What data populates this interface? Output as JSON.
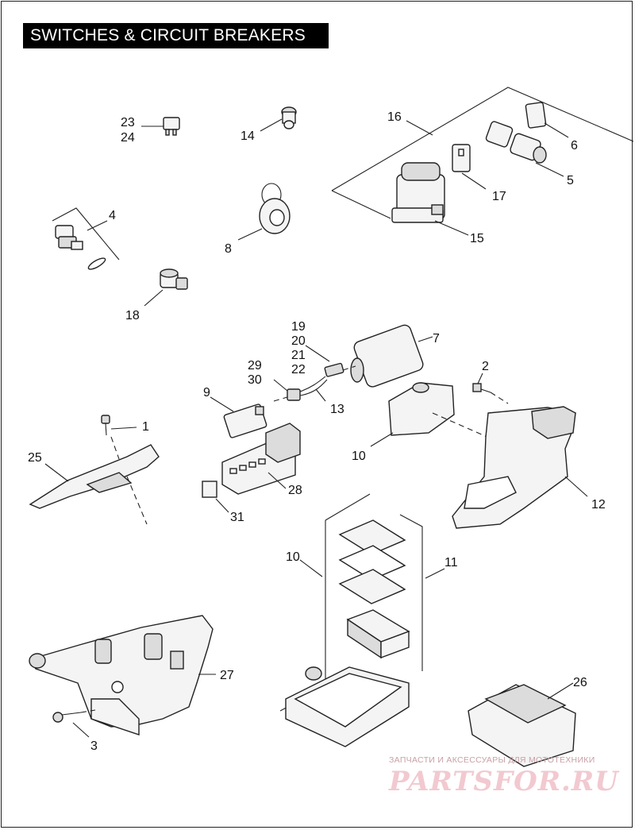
{
  "title": "SWITCHES & CIRCUIT BREAKERS",
  "callouts": {
    "c1": "1",
    "c2": "2",
    "c3": "3",
    "c4": "4",
    "c5": "5",
    "c6": "6",
    "c7": "7",
    "c8": "8",
    "c9": "9",
    "c10a": "10",
    "c10b": "10",
    "c11": "11",
    "c12": "12",
    "c13": "13",
    "c14": "14",
    "c15": "15",
    "c16": "16",
    "c17": "17",
    "c18": "18",
    "c19": "19",
    "c20": "20",
    "c21": "21",
    "c22": "22",
    "c23": "23",
    "c24": "24",
    "c25": "25",
    "c26": "26",
    "c27": "27",
    "c28": "28",
    "c29": "29",
    "c30": "30",
    "c31": "31"
  },
  "watermark": {
    "tagline": "ЗАПЧАСТИ И АКСЕССУАРЫ ДЛЯ МОТОТЕХНИКИ",
    "logo": "PARTSFOR.RU"
  }
}
